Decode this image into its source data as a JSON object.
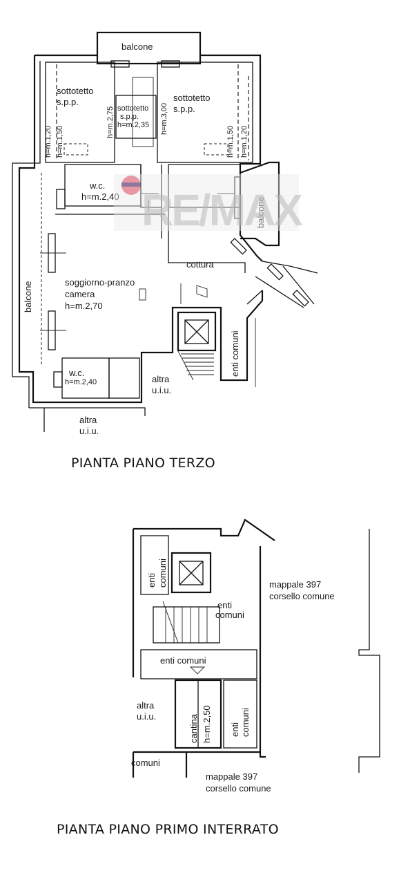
{
  "watermark": {
    "brand": "RE/MAX",
    "accent_red": "#d7263d",
    "accent_blue": "#1f4f9c"
  },
  "third_floor": {
    "title": "PIANTA PIANO TERZO",
    "rooms": {
      "balcone_top": "balcone",
      "attic_left_1": "sottotetto",
      "attic_left_2": "s.p.p.",
      "attic_mid_1": "sottotetto",
      "attic_mid_2": "s.p.p.",
      "attic_mid_3": "h=m.2,35",
      "attic_right_1": "sottotetto",
      "attic_right_2": "s.p.p.",
      "wc_top_1": "w.c.",
      "wc_top_2": "h=m.2,40",
      "balcone_right": "balcone",
      "cottura": "cottura",
      "living_1": "soggiorno-pranzo",
      "living_2": "camera",
      "living_3": "h=m.2,70",
      "balcone_left": "balcone",
      "enti_comuni": "enti comuni",
      "wc_bottom_1": "w.c.",
      "wc_bottom_2": "h=m.2,40",
      "altra_uiu_1a": "altra",
      "altra_uiu_1b": "u.i.u.",
      "altra_uiu_2a": "altra",
      "altra_uiu_2b": "u.i.u."
    },
    "heights": {
      "h_120_left": "h=m.1,20",
      "h_150_left": "h=m.1,50",
      "h_275": "h=m.2,75",
      "h_300": "h=m.3,00",
      "h_150_right": "h=m.1,50",
      "h_120_right": "h=m.1,20"
    }
  },
  "basement": {
    "title": "PIANTA PIANO PRIMO INTERRATO",
    "rooms": {
      "enti_comuni_left_1": "enti",
      "enti_comuni_left_2": "comuni",
      "enti_comuni_stair_1": "enti",
      "enti_comuni_stair_2": "comuni",
      "enti_comuni_corridor": "enti comuni",
      "altra_1": "altra",
      "altra_2": "u.i.u.",
      "cantina": "cantina",
      "cantina_h": "h=m.2,50",
      "enti_comuni_right_1": "enti",
      "enti_comuni_right_2": "comuni",
      "comuni_bottom": "comuni",
      "mappale_top_1": "mappale 397",
      "mappale_top_2": "corsello comune",
      "mappale_bottom_1": "mappale 397",
      "mappale_bottom_2": "corsello comune"
    }
  }
}
